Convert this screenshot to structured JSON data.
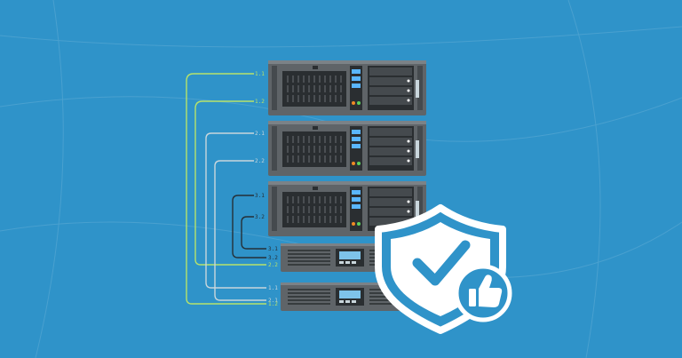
{
  "colors": {
    "background": "#2f93c9",
    "cable_green": "#b7e36a",
    "cable_white": "#c9d6dc",
    "cable_dark": "#253038",
    "chassis": "#5f6468",
    "chassis_light": "#7b8287",
    "panel_dark": "#2a2e31",
    "ups_screen": "#7ec3ea",
    "shield_white": "#ffffff",
    "shield_blue": "#2f93c9",
    "led_orange": "#f08a24",
    "led_green": "#5bd35b",
    "led_blue": "#5ab6ff"
  },
  "port_labels": {
    "server_1_a": "1.1",
    "server_1_b": "1.2",
    "server_2_a": "2.1",
    "server_2_b": "2.2",
    "server_3_a": "3.1",
    "server_3_b": "3.2",
    "ups_1_a": "3.1",
    "ups_1_b": "3.2",
    "ups_1_c": "2.2",
    "ups_2_a": "1.1",
    "ups_2_b": "2.1",
    "ups_2_c": "1.2"
  },
  "icons": {
    "badge": "shield-check-icon",
    "thumb": "thumbs-up-icon"
  }
}
